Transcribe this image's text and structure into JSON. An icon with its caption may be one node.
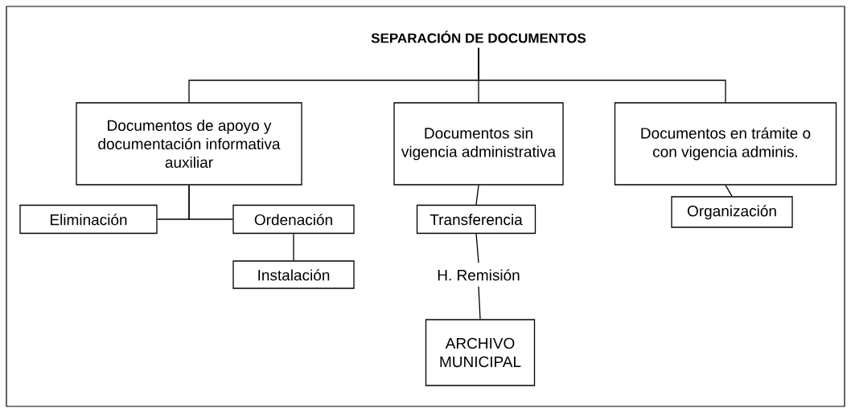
{
  "diagram": {
    "nodes": [
      {
        "text": [
          "SEPARACIÓN DE DOCUMENTOS"
        ]
      },
      {
        "text": [
          "Documentos de apoyo y documentación informativa auxiliar"
        ]
      },
      {
        "text": [
          "Documentos sin vigencia administrativa"
        ]
      },
      {
        "text": [
          "Documentos en trámite o con vigencia adminis."
        ]
      },
      {
        "text": [
          "Eliminación"
        ]
      },
      {
        "text": [
          "Ordenación"
        ]
      },
      {
        "text": [
          "Instalación"
        ]
      },
      {
        "text": [
          "Transferencia"
        ]
      },
      {
        "text": [
          "H. Remisión"
        ]
      },
      {
        "text": [
          "ARCHIVO MUNICIPAL"
        ]
      },
      {
        "text": [
          "Organización"
        ]
      }
    ],
    "edges": [
      {
        "from": 0,
        "to": 1,
        "arrow": "none"
      },
      {
        "from": 0,
        "to": 2,
        "arrow": "none"
      },
      {
        "from": 0,
        "to": 3,
        "arrow": "none"
      },
      {
        "from": 1,
        "to": 4,
        "arrow": "none"
      },
      {
        "from": 1,
        "to": 5,
        "arrow": "none"
      },
      {
        "from": 5,
        "to": 6,
        "arrow": "none"
      },
      {
        "from": 2,
        "to": 7,
        "arrow": "none"
      },
      {
        "from": 7,
        "to": 8,
        "arrow": "none"
      },
      {
        "from": 8,
        "to": 9,
        "arrow": "none"
      },
      {
        "from": 3,
        "to": 10,
        "arrow": "none"
      }
    ]
  }
}
